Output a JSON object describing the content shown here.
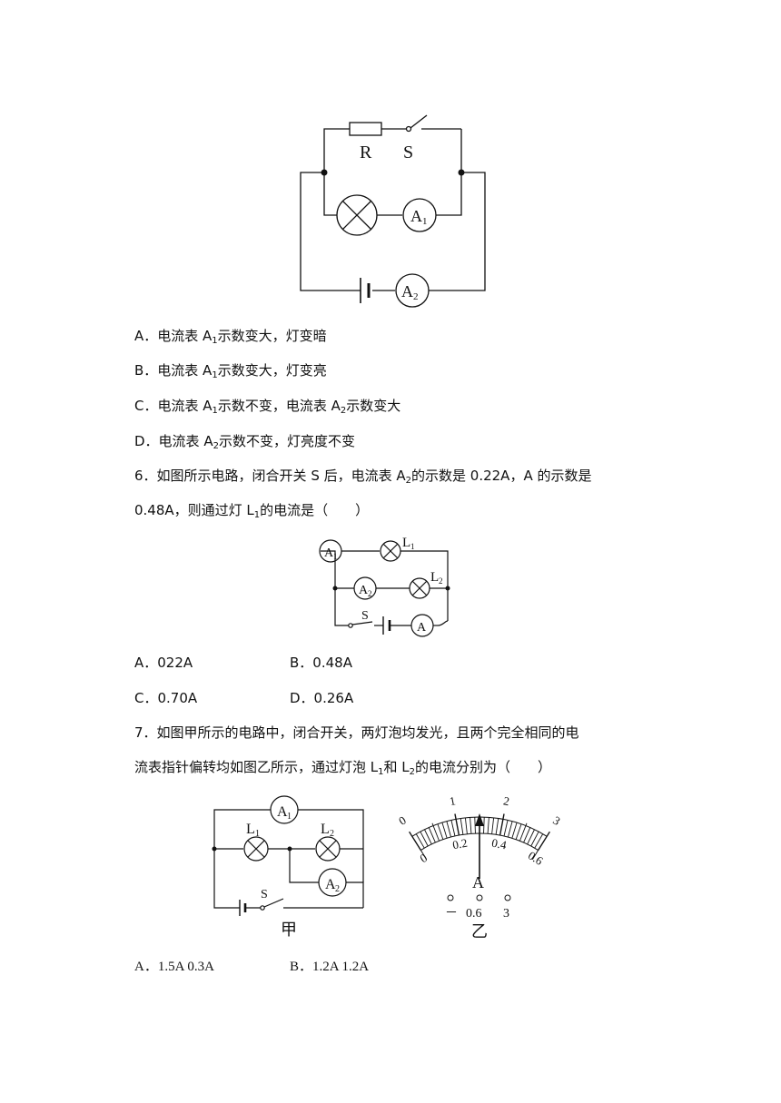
{
  "fig5": {
    "label_r": "R",
    "label_s": "S",
    "a1_letter": "A",
    "a1_sub": "1",
    "a2_letter": "A",
    "a2_sub": "2"
  },
  "q5": {
    "optA": {
      "pre": "A．电流表 A",
      "sub": "1",
      "post": "示数变大，灯变暗"
    },
    "optB": {
      "pre": "B．电流表 A",
      "sub": "1",
      "post": "示数变大，灯变亮"
    },
    "optC": {
      "pre": "C．电流表 A",
      "sub": "1",
      "mid": "示数不变，电流表 A",
      "sub2": "2",
      "post": "示数变大"
    },
    "optD": {
      "pre": "D．电流表 A",
      "sub": "2",
      "post": "示数不变，灯亮度不变"
    }
  },
  "q6": {
    "line1_pre": "6．如图所示电路，闭合开关 S 后，电流表 A",
    "line1_sub": "2",
    "line1_post": "的示数是 0.22A，A 的示数是",
    "line2_pre": "0.48A，则通过灯 L",
    "line2_sub": "1",
    "line2_post": "的电流是（　　）",
    "fig": {
      "a1_letter": "A",
      "a1_sub": "1",
      "a2_letter": "A",
      "a2_sub": "2",
      "a_letter": "A",
      "l1_letter": "L",
      "l1_sub": "1",
      "l2_letter": "L",
      "l2_sub": "2",
      "s_label": "S"
    },
    "optA": "A．022A",
    "optB": "B．0.48A",
    "optC": "C．0.70A",
    "optD": "D．0.26A"
  },
  "q7": {
    "line1": "7．如图甲所示的电路中，闭合开关，两灯泡均发光，且两个完全相同的电",
    "line2_pre": "流表指针偏转均如图乙所示，通过灯泡 L",
    "line2_sub1": "1",
    "line2_mid": "和 L",
    "line2_sub2": "2",
    "line2_post": "的电流分别为（　　）",
    "fig_jia": {
      "a1_letter": "A",
      "a1_sub": "1",
      "a2_letter": "A",
      "a2_sub": "2",
      "l1_letter": "L",
      "l1_sub": "1",
      "l2_letter": "L",
      "l2_sub": "2",
      "s_label": "S",
      "caption": "甲"
    },
    "fig_yi": {
      "outer_ticks": [
        "0",
        "1",
        "2",
        "3"
      ],
      "inner_ticks": [
        "0",
        "0.2",
        "0.4",
        "0.6"
      ],
      "unit": "A",
      "terminals": [
        "－",
        "0.6",
        "3"
      ],
      "caption": "乙"
    },
    "optA": "A．1.5A 0.3A",
    "optB": "B．1.2A 1.2A"
  }
}
